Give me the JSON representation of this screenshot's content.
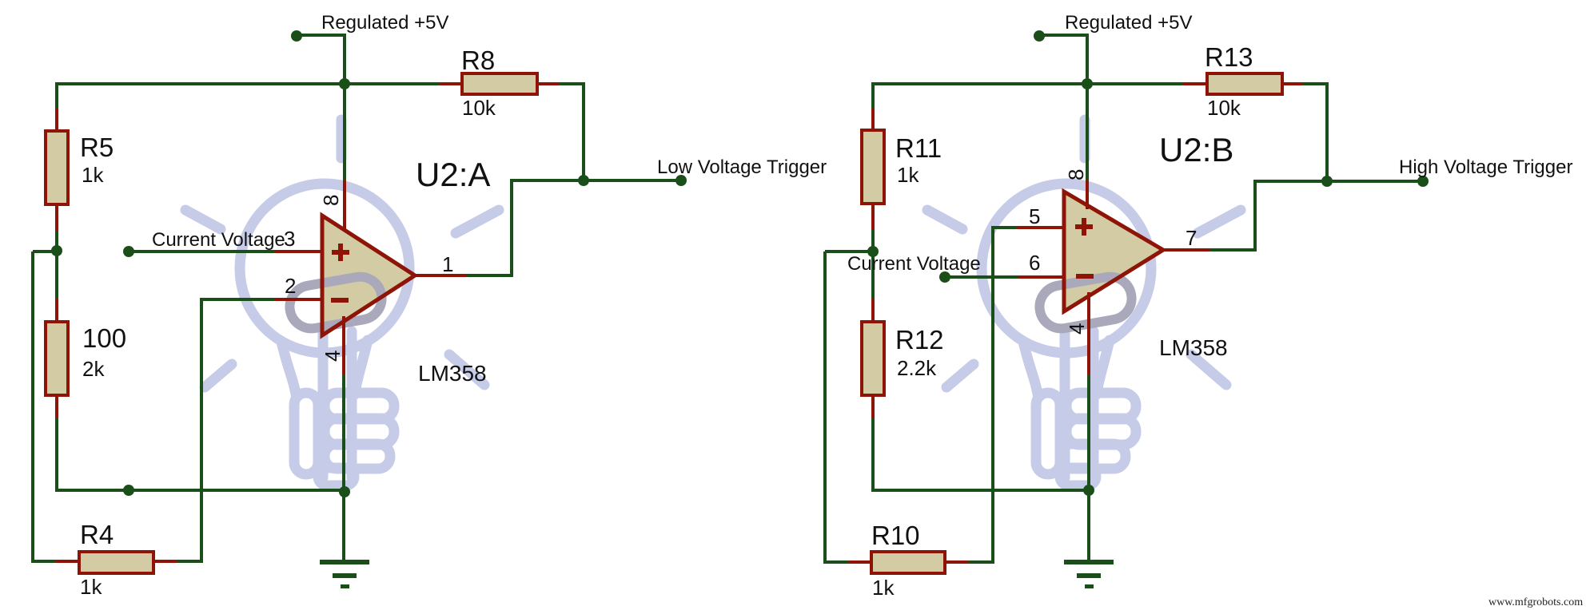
{
  "watermark": "www.mfgrobots.com",
  "colors": {
    "wire_green": "#1a4f1a",
    "component_red": "#8e1408",
    "component_fill": "#d2cba3",
    "bulb_watermark": "#c6cbe8",
    "filament_gray": "#a9a9bb",
    "text": "#111111"
  },
  "left": {
    "power_label": "Regulated +5V",
    "input_label": "Current Voltage",
    "output_label": "Low Voltage Trigger",
    "opamp": {
      "ref": "U2:A",
      "part": "LM358"
    },
    "pins": {
      "in_plus": "3",
      "in_minus": "2",
      "out": "1",
      "vcc": "8",
      "gnd": "4"
    },
    "r_top": {
      "ref": "R5",
      "value": "1k"
    },
    "r_bottom": {
      "ref": "100",
      "value": "2k"
    },
    "r_series": {
      "ref": "R4",
      "value": "1k"
    },
    "r_pullup": {
      "ref": "R8",
      "value": "10k"
    }
  },
  "right": {
    "power_label": "Regulated +5V",
    "input_label": "Current Voltage",
    "output_label": "High Voltage Trigger",
    "opamp": {
      "ref": "U2:B",
      "part": "LM358"
    },
    "pins": {
      "in_plus": "5",
      "in_minus": "6",
      "out": "7",
      "vcc": "8",
      "gnd": "4"
    },
    "r_top": {
      "ref": "R11",
      "value": "1k"
    },
    "r_bottom": {
      "ref": "R12",
      "value": "2.2k"
    },
    "r_series": {
      "ref": "R10",
      "value": "1k"
    },
    "r_pullup": {
      "ref": "R13",
      "value": "10k"
    }
  }
}
